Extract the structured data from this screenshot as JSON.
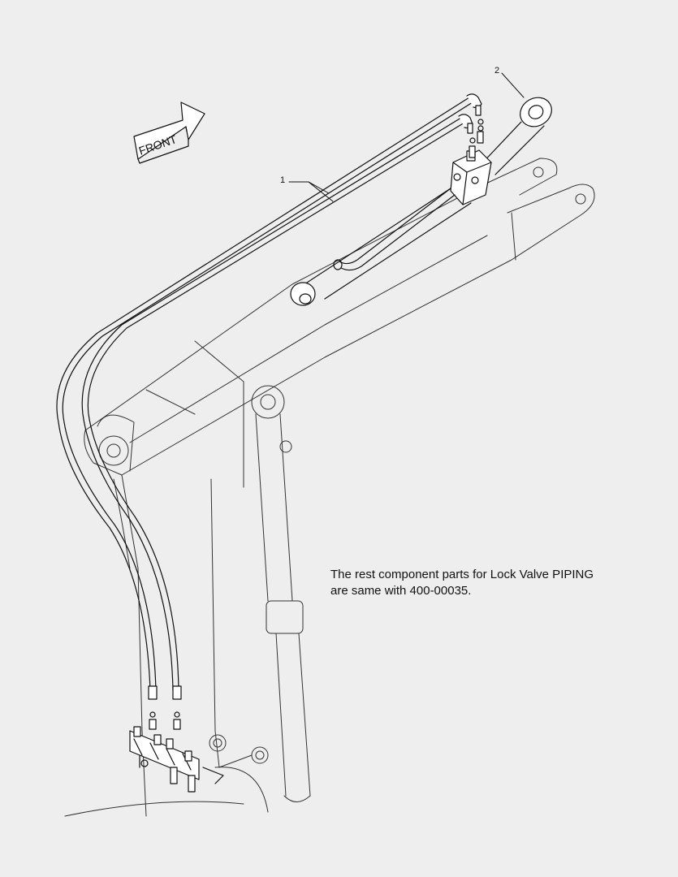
{
  "front_label": "FRONT",
  "callouts": [
    {
      "id": "1",
      "label": "1"
    },
    {
      "id": "2",
      "label": "2"
    }
  ],
  "note": {
    "line1": "The rest component parts for Lock Valve PIPING",
    "line2": "are same with 400-00035."
  }
}
